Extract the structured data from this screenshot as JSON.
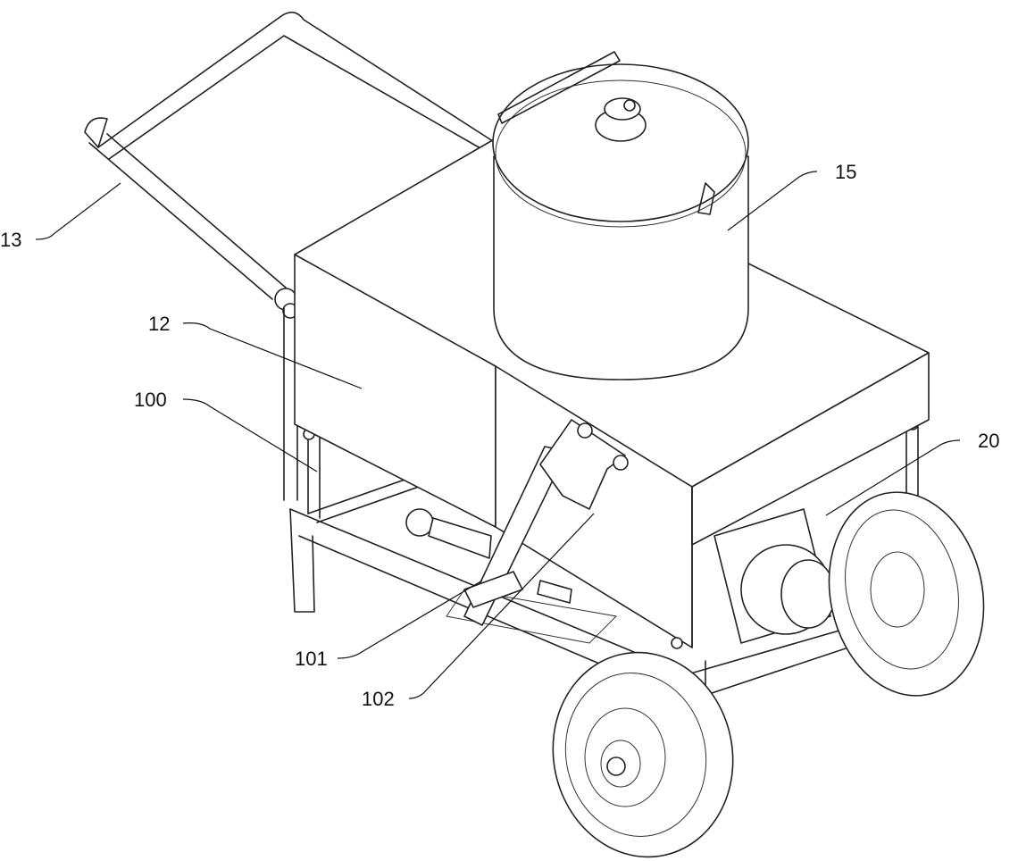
{
  "figure": {
    "labels": {
      "handle": "13",
      "left_box": "12",
      "frame": "100",
      "hopper": "15",
      "pump": "20",
      "lever_rod": "101",
      "lever_handle": "102"
    }
  }
}
